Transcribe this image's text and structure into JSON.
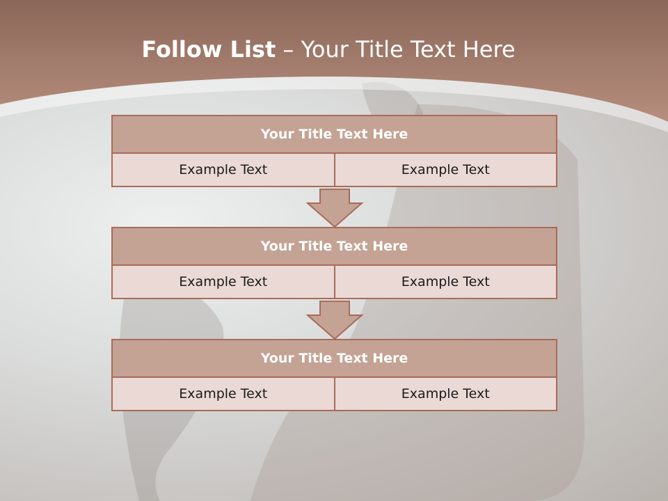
{
  "slide": {
    "title_bold": "Follow List",
    "title_rest": " – Your Title Text Here",
    "colors": {
      "header": "#a97f70",
      "box_title": "#c4a294",
      "box_cell": "#ead9d4",
      "border": "#a86b5a"
    }
  },
  "flow": [
    {
      "title": "Your Title Text Here",
      "left": "Example Text",
      "right": "Example Text"
    },
    {
      "title": "Your Title Text Here",
      "left": "Example Text",
      "right": "Example Text"
    },
    {
      "title": "Your Title Text Here",
      "left": "Example Text",
      "right": "Example Text"
    }
  ]
}
